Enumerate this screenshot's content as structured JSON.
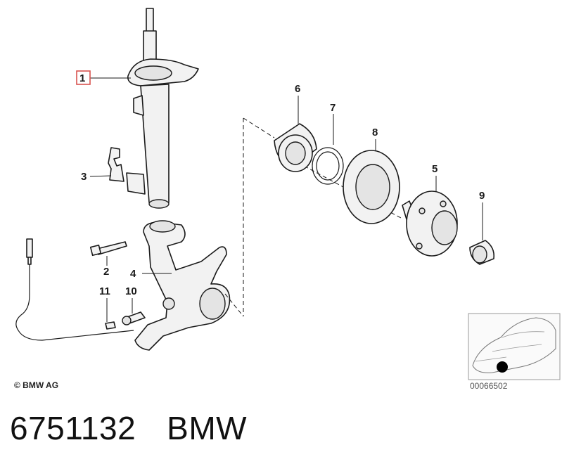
{
  "callouts": {
    "c1": "1",
    "c2": "2",
    "c3": "3",
    "c4": "4",
    "c5": "5",
    "c6": "6",
    "c7": "7",
    "c8": "8",
    "c9": "9",
    "c10": "10",
    "c11": "11"
  },
  "copyright": "© BMW AG",
  "image_ref": "00066502",
  "part_number": "6751132",
  "brand": "BMW",
  "colors": {
    "highlight_box": "#d9534f",
    "line": "#1a1a1a"
  }
}
